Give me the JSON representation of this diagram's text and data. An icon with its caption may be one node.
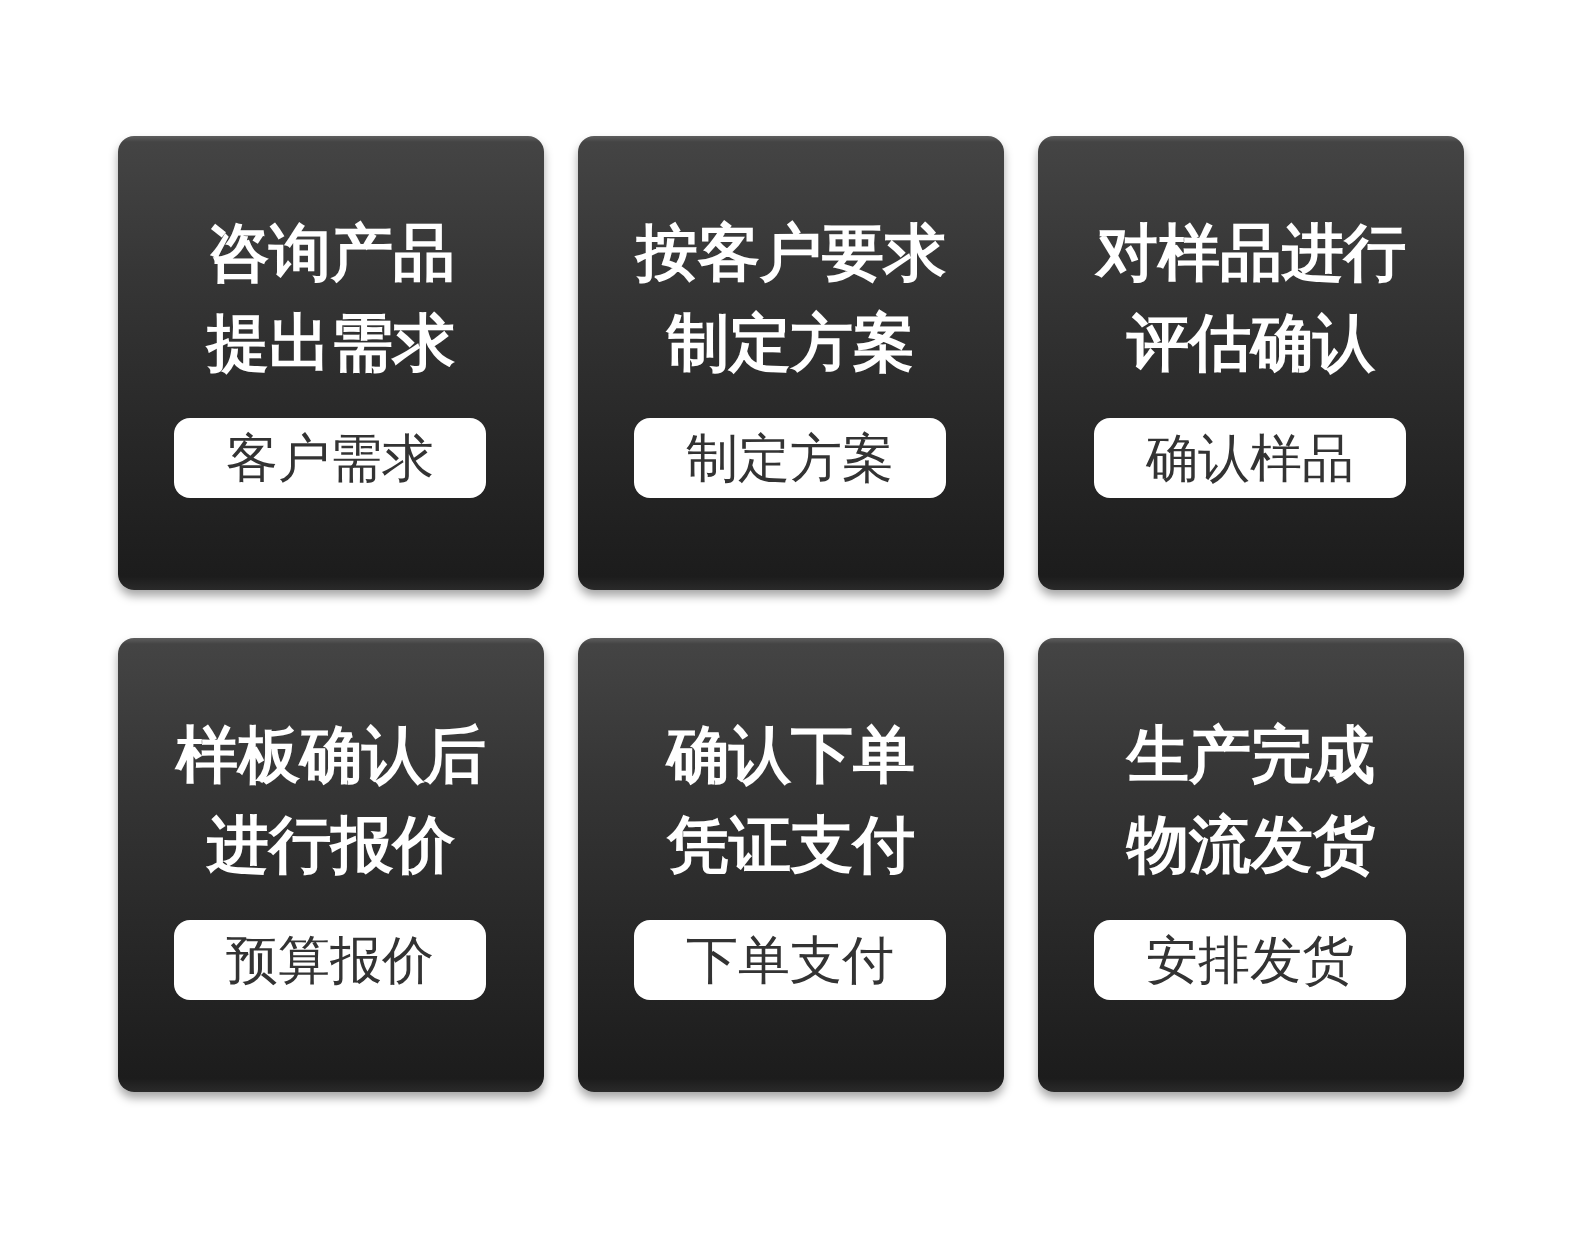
{
  "diagram": {
    "nodes": [
      {
        "text": [
          "咨询产品提出需求"
        ]
      },
      {
        "text": [
          "客户需求"
        ],
        "in": 0
      },
      {
        "text": [
          "按客户要求制定方案"
        ]
      },
      {
        "text": [
          "制定方案"
        ],
        "in": 2
      },
      {
        "text": [
          "对样品进行评估确认"
        ]
      },
      {
        "text": [
          "确认样品"
        ],
        "in": 4
      },
      {
        "text": [
          "样板确认后进行报价"
        ]
      },
      {
        "text": [
          "预算报价"
        ],
        "in": 6
      },
      {
        "text": [
          "确认下单凭证支付"
        ]
      },
      {
        "text": [
          "下单支付"
        ],
        "in": 8
      },
      {
        "text": [
          "生产完成物流发货"
        ]
      },
      {
        "text": [
          "安排发货"
        ],
        "in": 10
      }
    ]
  }
}
